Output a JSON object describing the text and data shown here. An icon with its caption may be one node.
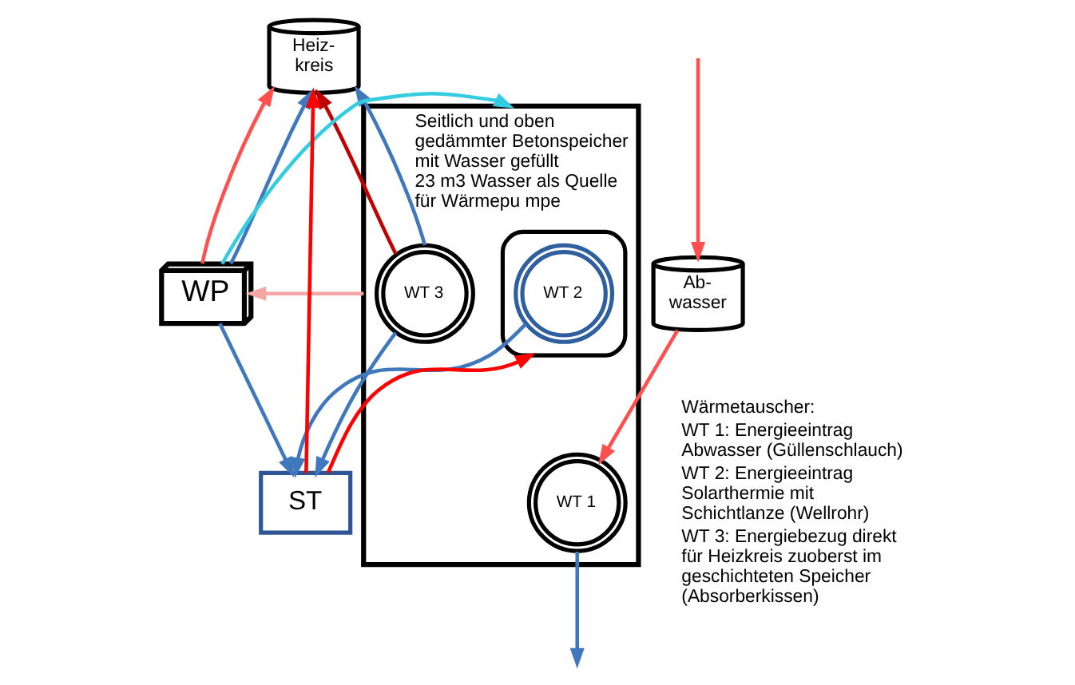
{
  "diagram": {
    "nodes": [
      {
        "text": [
          "Heiz- kreis"
        ]
      },
      {
        "text": [
          "Seitlich und oben gedämmter Betonspeicher mit Wasser gefüllt",
          "23 m3 Wasser als Quelle für Wärmepu mpe"
        ]
      },
      {
        "text": [
          "WT 3"
        ],
        "in": 1
      },
      {
        "text": [
          "WP"
        ]
      },
      {
        "text": [
          "Ab- wasser"
        ]
      },
      {
        "text": [
          "WT 1"
        ],
        "in": 1
      },
      {
        "text": [],
        "shape": "cylinder",
        "in": 1
      },
      {
        "text": [
          "WT 2"
        ],
        "in": 6
      },
      {
        "text": [
          "ST"
        ]
      }
    ],
    "edges": [
      {
        "from": null,
        "to": 4,
        "arrow": "to",
        "color": "#ff4f4f"
      },
      {
        "from": 4,
        "to": 5,
        "arrow": "to",
        "color": "#ff4f4f"
      },
      {
        "from": 5,
        "to": null,
        "arrow": "to"
      },
      {
        "from": 2,
        "to": 0,
        "arrow": "to",
        "color": "#c00000"
      },
      {
        "from": 3,
        "to": 0,
        "arrow": "to",
        "color": "#ff4f4f"
      },
      {
        "from": 8,
        "to": 0,
        "arrow": "to",
        "color": "#ff0000"
      },
      {
        "from": 8,
        "to": 6,
        "arrow": "to",
        "color": "#ff0000"
      },
      {
        "from": 2,
        "to": 0,
        "arrow": "to"
      },
      {
        "from": 3,
        "to": 0,
        "arrow": "to"
      },
      {
        "from": 2,
        "to": 8,
        "arrow": "to"
      },
      {
        "from": 3,
        "to": 8,
        "arrow": "to"
      },
      {
        "from": 7,
        "to": 8,
        "arrow": "to"
      },
      {
        "from": 1,
        "to": 3,
        "arrow": "to",
        "color": "#f6a5a5"
      },
      {
        "from": 3,
        "to": 1,
        "arrow": "to",
        "color": "#33cce0"
      }
    ],
    "labels": [
      "Wärmetauscher:",
      "WT 1: Energieeintrag Abwasser (Güllenschlauch)",
      "WT 2: Energieeintrag Solarthermie mit Schichtlanze (Wellrohr)",
      "WT 3: Energiebezug direkt für Heizkreis zuoberst im geschichteten Speicher (Absorberkissen)"
    ]
  }
}
